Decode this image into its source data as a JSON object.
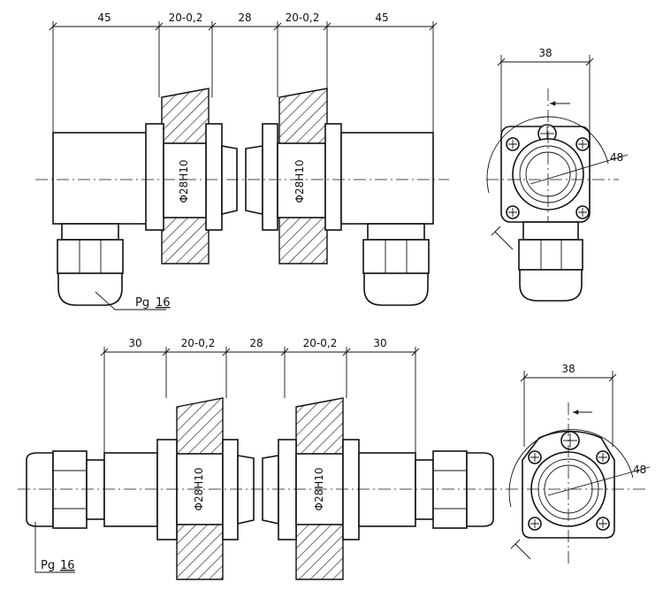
{
  "colors": {
    "ink": "#111111",
    "paper": "#ffffff"
  },
  "top_view": {
    "dims": [
      "45",
      "20-0,2",
      "28",
      "20-0,2",
      "45"
    ],
    "bore_labels": [
      "Φ28H10",
      "Φ28H10"
    ],
    "gland_label": "Pg",
    "gland_number": "16",
    "end_view_width": "38",
    "end_view_diameter": "48"
  },
  "bottom_view": {
    "dims": [
      "30",
      "20-0,2",
      "28",
      "20-0,2",
      "30"
    ],
    "bore_labels": [
      "Φ28H10",
      "Φ28H10"
    ],
    "gland_label": "Pg",
    "gland_number": "16",
    "end_view_width": "38",
    "end_view_diameter": "48"
  }
}
